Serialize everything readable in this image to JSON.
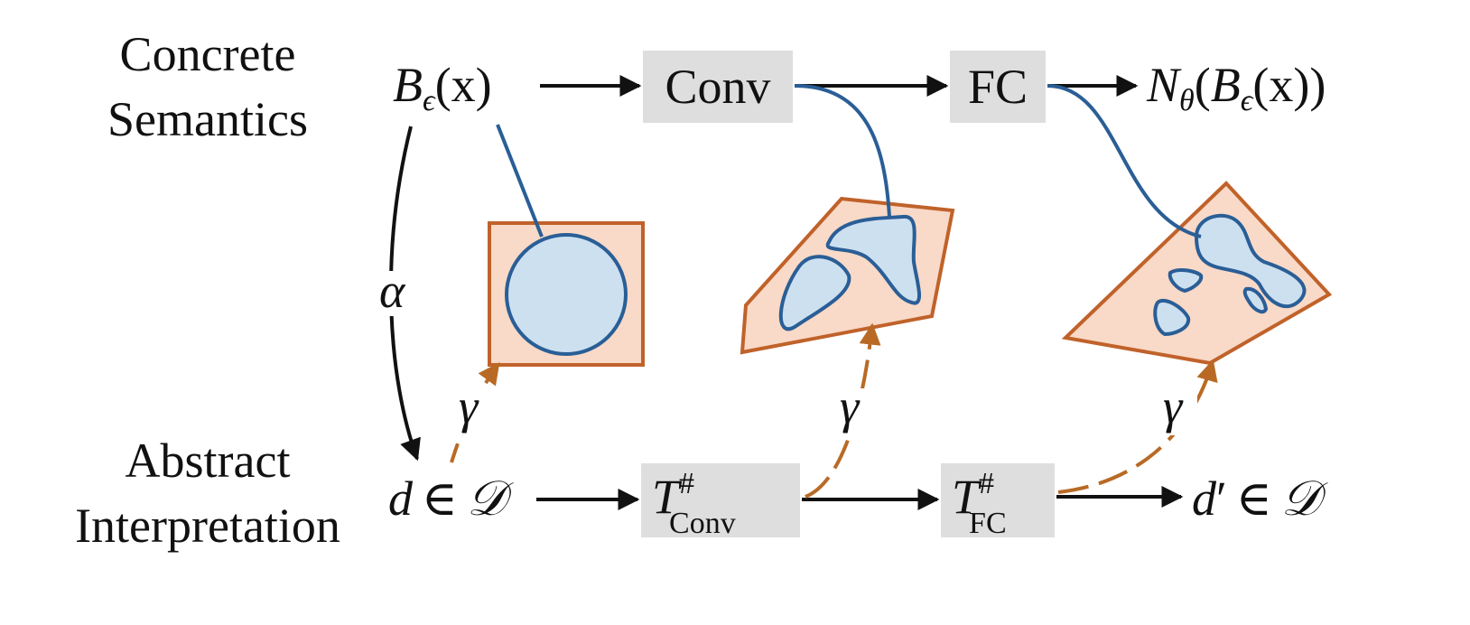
{
  "rows": {
    "concrete": {
      "line1": "Concrete",
      "line2": "Semantics"
    },
    "abstract": {
      "line1": "Abstract",
      "line2": "Interpretation"
    }
  },
  "concrete_row": {
    "input": {
      "sym": "B",
      "sub": "ϵ",
      "arg": "(x)"
    },
    "conv": "Conv",
    "fc": "FC",
    "output": {
      "N": "N",
      "theta": "θ",
      "open": "(",
      "B": "B",
      "sub": "ϵ",
      "arg": "(x))"
    }
  },
  "abstract_row": {
    "input": {
      "d": "d",
      "in": "∈",
      "D": "𝒟"
    },
    "t_conv": {
      "T": "T",
      "sup": "#",
      "sub": "Conv"
    },
    "t_fc": {
      "T": "T",
      "sup": "#",
      "sub": "FC"
    },
    "output": {
      "d": "d",
      "prime": "′",
      "in": "∈",
      "D": "𝒟"
    }
  },
  "alpha": "α",
  "gamma": "γ",
  "colors": {
    "orange_fill": "#f9d9c7",
    "orange_stroke": "#c0622a",
    "blue_fill": "#cde0f0",
    "blue_stroke": "#2a5e96",
    "gamma_arrow": "#b86a25",
    "box_fill": "#dedede"
  }
}
